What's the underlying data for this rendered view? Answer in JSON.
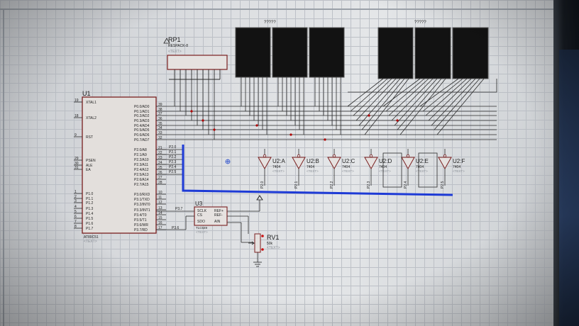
{
  "schematic": {
    "rp1": {
      "ref": "RP1",
      "value": "RESPACK-8",
      "placeholder": "<TEXT>"
    },
    "u1": {
      "ref": "U1",
      "part": "AT89C51",
      "placeholder": "<TEXT>",
      "pins_left": [
        "XTAL1",
        "XTAL2",
        "RST",
        "PSEN",
        "ALE",
        "EA",
        "P1.0",
        "P1.1",
        "P1.2",
        "P1.3",
        "P1.4",
        "P1.5",
        "P1.6",
        "P1.7"
      ],
      "pins_right": [
        "P0.0/AD0",
        "P0.1/AD1",
        "P0.2/AD2",
        "P0.3/AD3",
        "P0.4/AD4",
        "P0.5/AD5",
        "P0.6/AD6",
        "P0.7/AD7",
        "P2.0/A8",
        "P2.1/A9",
        "P2.2/A10",
        "P2.3/A11",
        "P2.4/A12",
        "P2.5/A13",
        "P2.6/A14",
        "P2.7/A15",
        "P3.0/RXD",
        "P3.1/TXD",
        "P3.2/INT0",
        "P3.3/INT1",
        "P3.4/T0",
        "P3.5/T1",
        "P3.6/WR",
        "P3.7/RD"
      ],
      "pin_numbers_right": [
        "39",
        "38",
        "37",
        "36",
        "35",
        "34",
        "33",
        "32",
        "21",
        "22",
        "23",
        "24",
        "25",
        "26",
        "27",
        "28",
        "10",
        "11",
        "12",
        "13",
        "14",
        "15",
        "16",
        "17"
      ],
      "pin_numbers_left": [
        "19",
        "18",
        "9",
        "29",
        "30",
        "31",
        "1",
        "2",
        "3",
        "4",
        "5",
        "6",
        "7",
        "8"
      ]
    },
    "port_labels": [
      "P2.0",
      "P2.1",
      "P2.2",
      "P2.3",
      "P2.4",
      "P2.5"
    ],
    "u3": {
      "ref": "U3",
      "part": "TLC549",
      "placeholder": "<TEXT>",
      "pins_left": [
        "SCLK",
        "CS",
        "SDO"
      ],
      "pins_right": [
        "REF+",
        "REF-",
        "AIN"
      ],
      "nets": [
        "P3.7",
        "P3.6"
      ]
    },
    "rv1": {
      "ref": "RV1",
      "value": "50k",
      "placeholder": "<TEXT>"
    },
    "inverters": [
      {
        "ref": "U2:A",
        "part": "7404",
        "placeholder": "<TEXT>",
        "net": "P2.0"
      },
      {
        "ref": "U2:B",
        "part": "7404",
        "placeholder": "<TEXT>",
        "net": "P2.1"
      },
      {
        "ref": "U2:C",
        "part": "7404",
        "placeholder": "<TEXT>",
        "net": "P2.2"
      },
      {
        "ref": "U2:D",
        "part": "7404",
        "placeholder": "<TEXT>",
        "net": "P2.3"
      },
      {
        "ref": "U2:E",
        "part": "7404",
        "placeholder": "<TEXT>",
        "net": "P2.4"
      },
      {
        "ref": "U2:F",
        "part": "7404",
        "placeholder": "<TEXT>",
        "net": "P2.5"
      }
    ],
    "display_group_labels": [
      "?????",
      "?????"
    ],
    "colors": {
      "wire": "#2a2a2a",
      "bus": "#1e3bd6",
      "component": "#7a1f1f",
      "display": "#111111",
      "junction": "#b00000"
    }
  }
}
